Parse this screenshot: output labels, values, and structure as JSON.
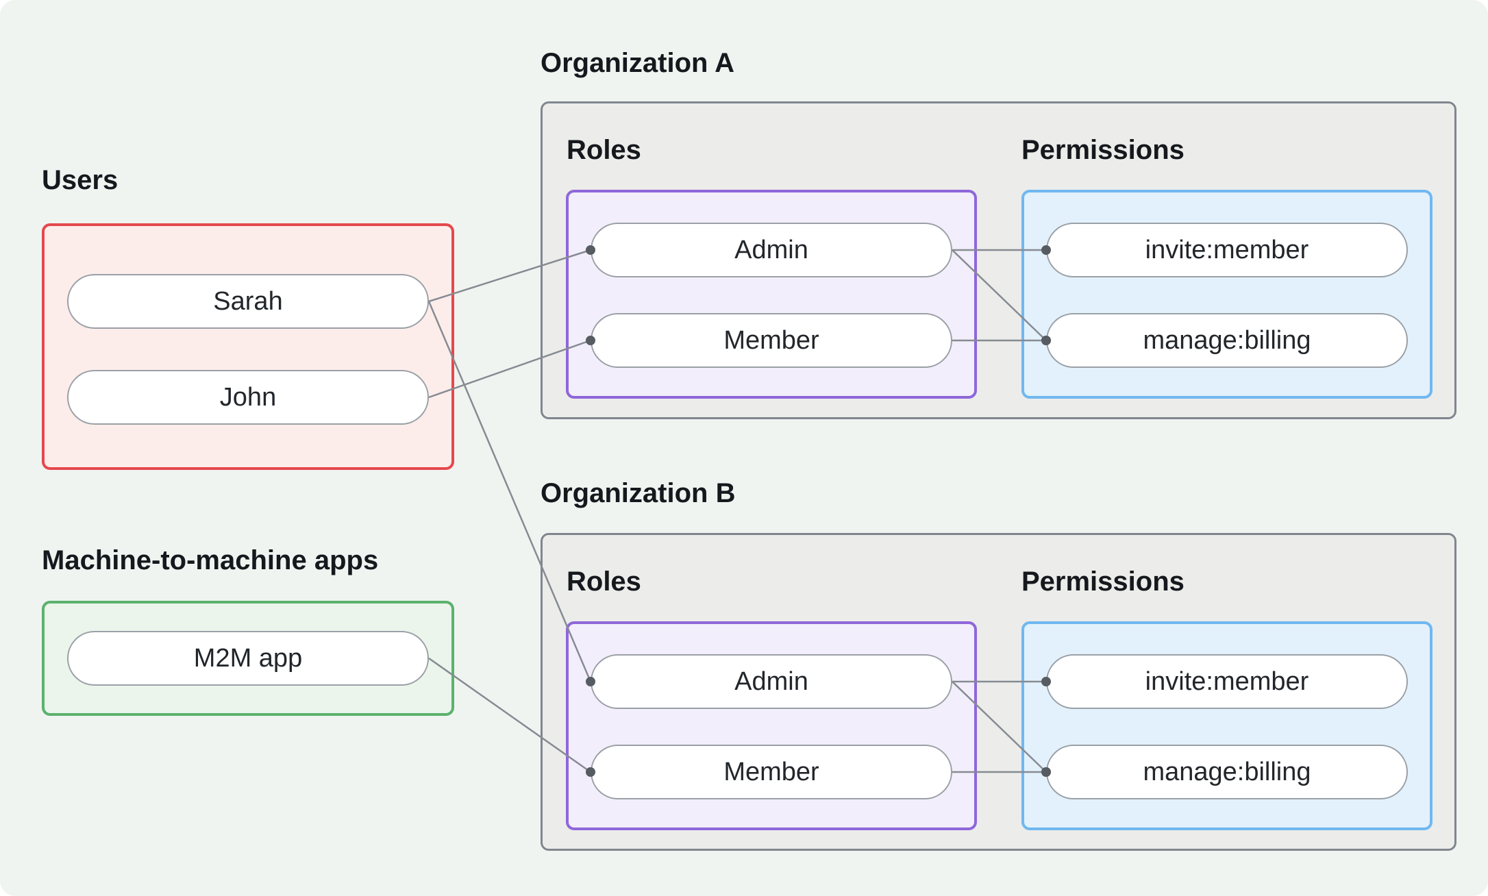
{
  "colors": {
    "canvas_bg": "#f0f4f1",
    "users_border": "#e5484d",
    "users_fill": "#fcedeb",
    "m2m_border": "#5bb26d",
    "m2m_fill": "#ebf5ec",
    "org_border": "#80868e",
    "org_fill": "#ececea",
    "roles_border": "#8e67da",
    "roles_fill": "#f3eefb",
    "permissions_border": "#70b8f1",
    "permissions_fill": "#e3f1fc",
    "pill_border": "#9aa0a6",
    "edge_line": "#868b92",
    "edge_dot": "#575c63"
  },
  "users_group": {
    "label": "Users",
    "items": [
      {
        "id": "user-sarah",
        "label": "Sarah"
      },
      {
        "id": "user-john",
        "label": "John"
      }
    ]
  },
  "m2m_group": {
    "label": "Machine-to-machine apps",
    "items": [
      {
        "id": "m2m-app",
        "label": "M2M app"
      }
    ]
  },
  "organizations": [
    {
      "label": "Organization A",
      "roles_label": "Roles",
      "permissions_label": "Permissions",
      "roles": [
        {
          "id": "orgA-role-admin",
          "label": "Admin"
        },
        {
          "id": "orgA-role-member",
          "label": "Member"
        }
      ],
      "permissions": [
        {
          "id": "orgA-perm-invite",
          "label": "invite:member"
        },
        {
          "id": "orgA-perm-billing",
          "label": "manage:billing"
        }
      ]
    },
    {
      "label": "Organization B",
      "roles_label": "Roles",
      "permissions_label": "Permissions",
      "roles": [
        {
          "id": "orgB-role-admin",
          "label": "Admin"
        },
        {
          "id": "orgB-role-member",
          "label": "Member"
        }
      ],
      "permissions": [
        {
          "id": "orgB-perm-invite",
          "label": "invite:member"
        },
        {
          "id": "orgB-perm-billing",
          "label": "manage:billing"
        }
      ]
    }
  ],
  "edges": [
    {
      "from": "user-sarah",
      "to": "orgA-role-admin"
    },
    {
      "from": "user-john",
      "to": "orgA-role-member"
    },
    {
      "from": "user-sarah",
      "to": "orgB-role-admin"
    },
    {
      "from": "m2m-app",
      "to": "orgB-role-member"
    },
    {
      "from": "orgA-role-admin",
      "to": "orgA-perm-invite"
    },
    {
      "from": "orgA-role-admin",
      "to": "orgA-perm-billing"
    },
    {
      "from": "orgA-role-member",
      "to": "orgA-perm-billing"
    },
    {
      "from": "orgB-role-admin",
      "to": "orgB-perm-invite"
    },
    {
      "from": "orgB-role-admin",
      "to": "orgB-perm-billing"
    },
    {
      "from": "orgB-role-member",
      "to": "orgB-perm-billing"
    }
  ]
}
